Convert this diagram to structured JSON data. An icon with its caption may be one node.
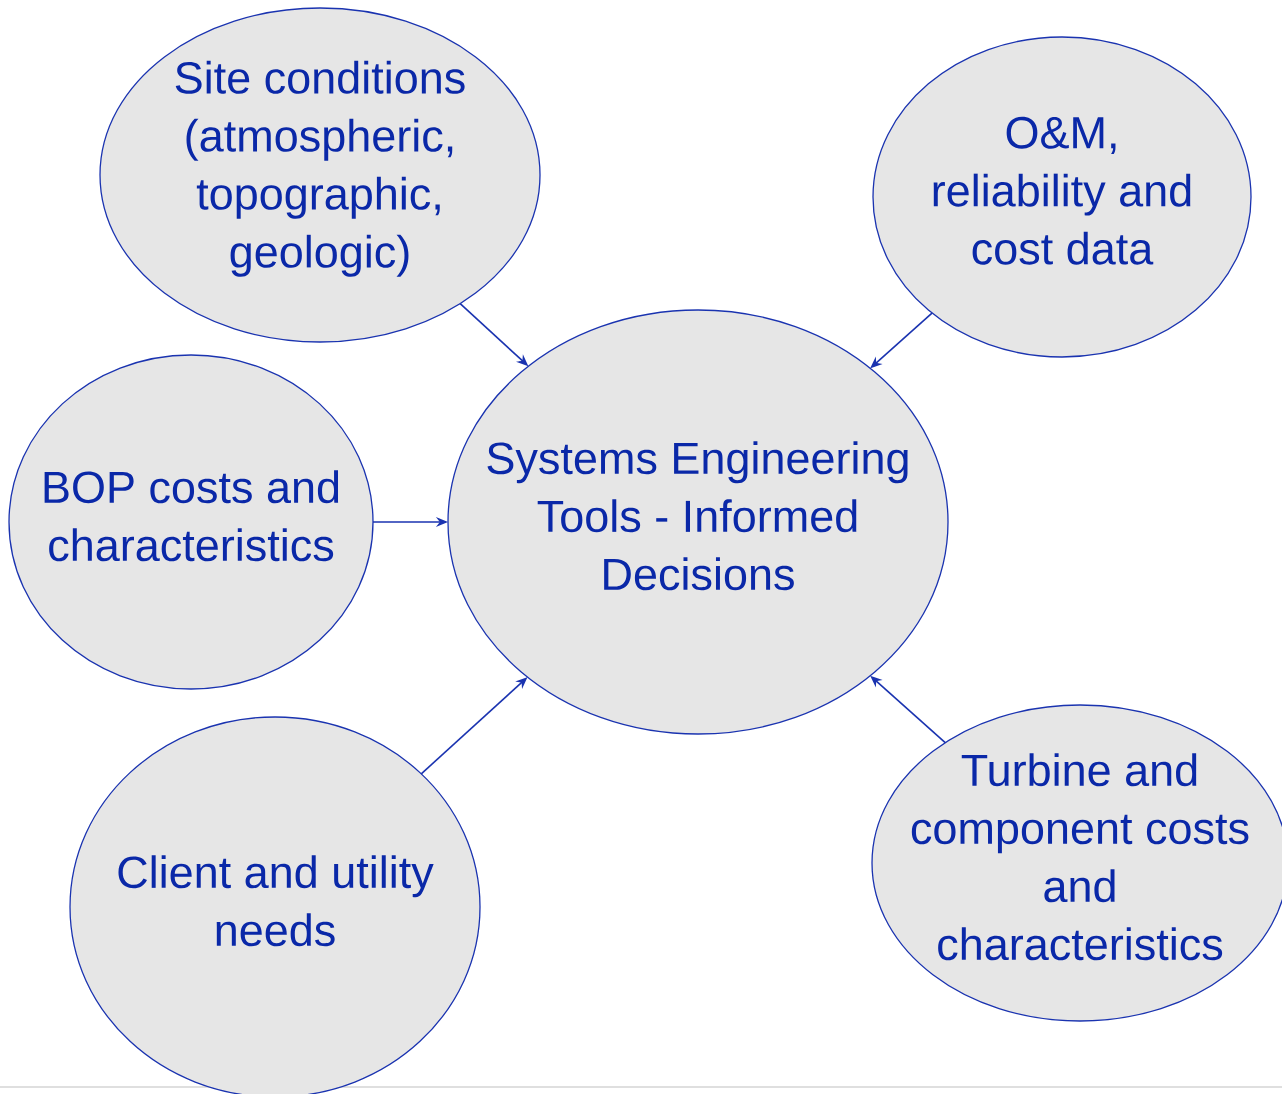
{
  "diagram": {
    "nodes": [
      {
        "text": [
          "Site conditions (atmospheric, topographic, geologic)"
        ]
      },
      {
        "text": [
          "O&M, reliability and cost data"
        ]
      },
      {
        "text": [
          "BOP costs and characteristics"
        ]
      },
      {
        "text": [
          "Systems Engineering Tools - Informed Decisions"
        ]
      },
      {
        "text": [
          "Client and utility needs"
        ]
      },
      {
        "text": [
          "Turbine and component costs and characteristics"
        ]
      }
    ],
    "edges": [
      {
        "from": 0,
        "to": 3,
        "arrow": "to"
      },
      {
        "from": 1,
        "to": 3,
        "arrow": "to"
      },
      {
        "from": 2,
        "to": 3,
        "arrow": "to"
      },
      {
        "from": 4,
        "to": 3,
        "arrow": "to"
      },
      {
        "from": 5,
        "to": 3,
        "arrow": "to"
      }
    ]
  }
}
